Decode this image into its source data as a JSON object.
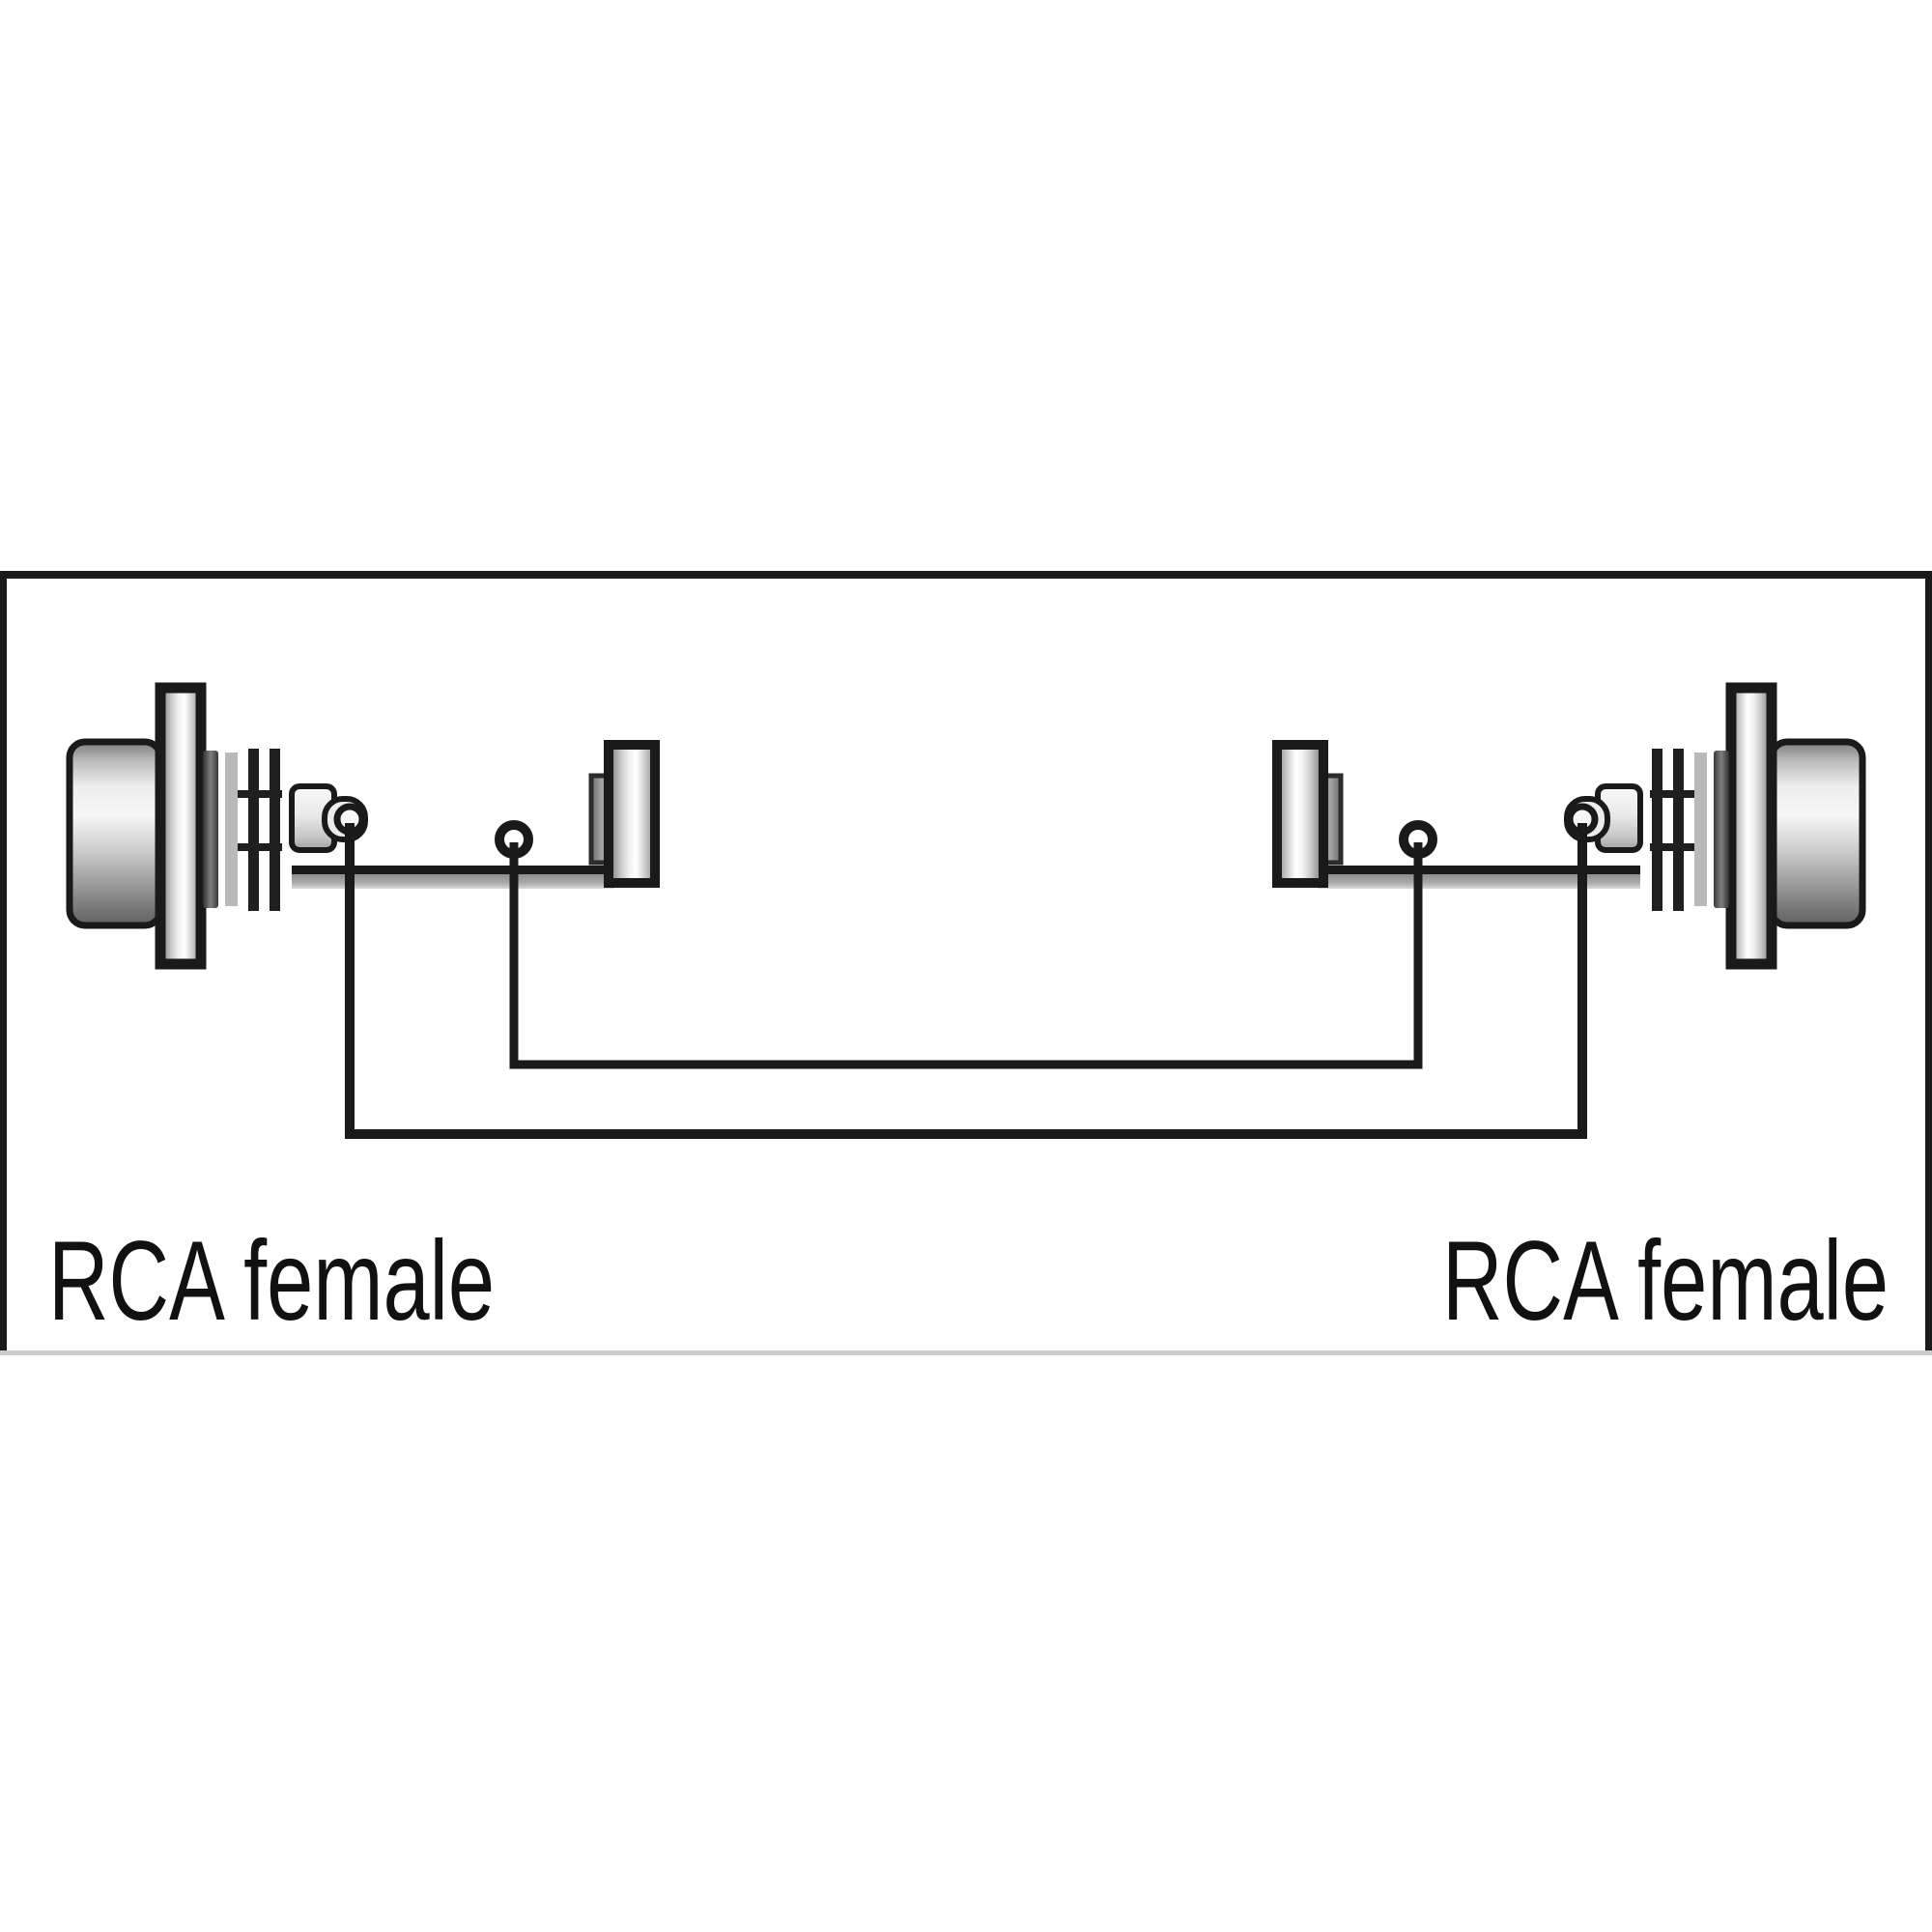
{
  "diagram": {
    "background_color": "#ffffff",
    "ink_color": "#1a1a1a",
    "frame": {
      "border_color": "#1a1a1a",
      "bottom_edge_color": "#cccccc"
    },
    "connectors": {
      "left": {
        "label": "RCA female"
      },
      "right": {
        "label": "RCA female"
      }
    },
    "wires": {
      "count": 2,
      "color": "#1a1a1a",
      "names": [
        "pin-to-pin-signal-wire",
        "lug-to-lug-ground-wire"
      ]
    }
  }
}
